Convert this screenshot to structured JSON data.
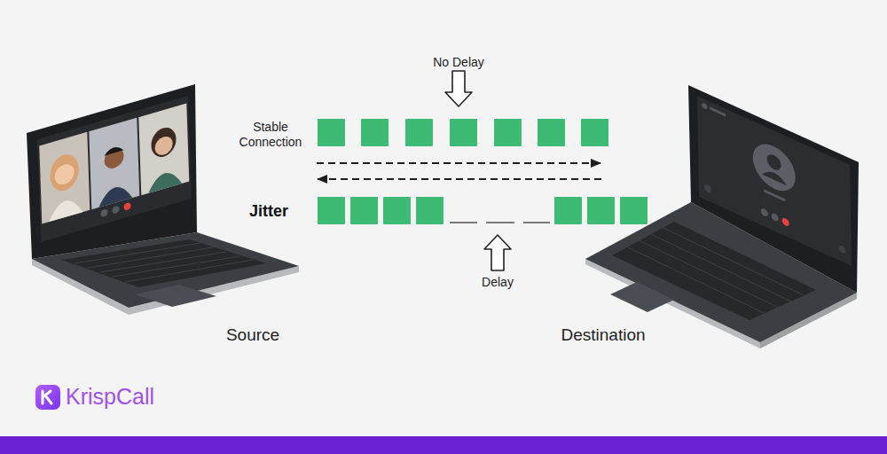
{
  "diagram": {
    "nodes": [
      {
        "text": [
          "Source"
        ]
      },
      {
        "text": [
          "Destination"
        ]
      }
    ],
    "edges": [
      {
        "from": 0,
        "to": 1,
        "arrow": "to"
      },
      {
        "from": 1,
        "to": 0,
        "arrow": "to"
      }
    ],
    "labels": [
      "No Delay",
      "Stable Connection",
      "Jitter",
      "Delay",
      "KrispCall"
    ]
  }
}
